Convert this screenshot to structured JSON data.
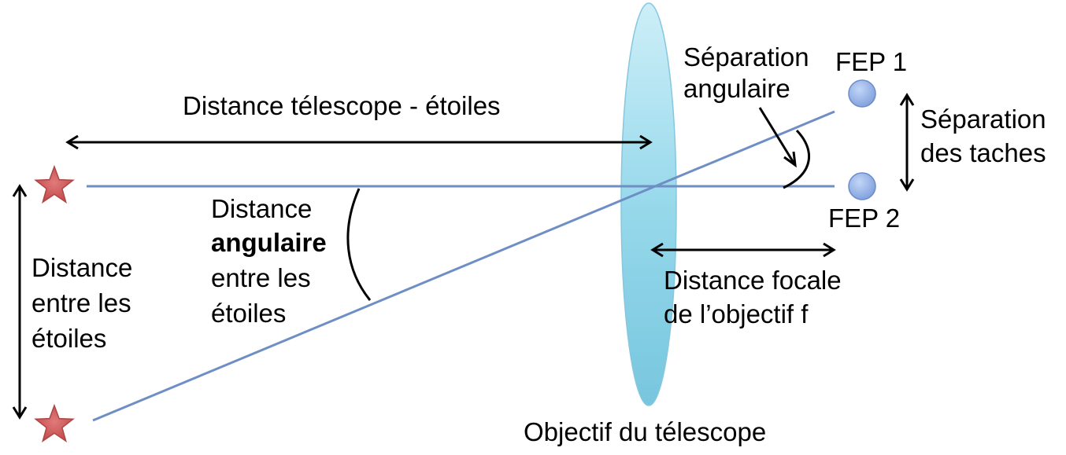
{
  "labels": {
    "distance_telescope_etoiles": "Distance télescope - étoiles",
    "distance_angulaire_line1": "Distance",
    "distance_angulaire_line2": "angulaire",
    "distance_angulaire_line3": "entre les",
    "distance_angulaire_line4": "étoiles",
    "distance_etoiles_line1": "Distance",
    "distance_etoiles_line2": "entre les",
    "distance_etoiles_line3": "étoiles",
    "separation_angulaire_line1": "Séparation",
    "separation_angulaire_line2": "angulaire",
    "fep1": "FEP 1",
    "fep2": "FEP 2",
    "separation_taches_line1": "Séparation",
    "separation_taches_line2": "des taches",
    "distance_focale_line1": "Distance focale",
    "distance_focale_line2": "de l’objectif f",
    "objectif": "Objectif du télescope"
  },
  "colors": {
    "ray": "#6f8fc4",
    "lens_fill": "#7fcfe6",
    "lens_stroke": "#6fb6d4",
    "star_fill": "#cf5a5a",
    "star_stroke": "#a84040",
    "spot_fill": "#8faee6",
    "spot_stroke": "#5a7fc0",
    "arrow": "#000000"
  }
}
